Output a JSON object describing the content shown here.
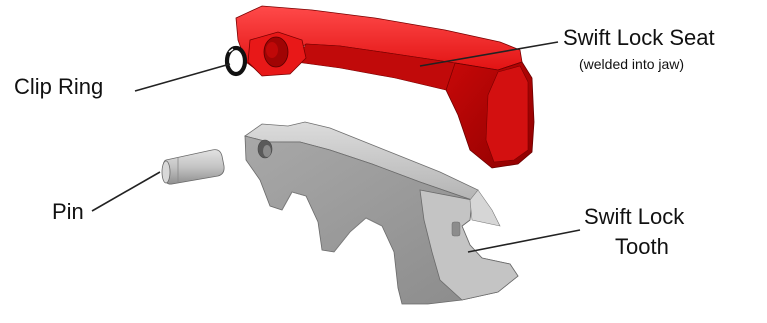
{
  "labels": {
    "clip_ring": "Clip Ring",
    "seat_title": "Swift Lock Seat",
    "seat_subtitle": "(welded into jaw)",
    "pin": "Pin",
    "tooth_line1": "Swift Lock",
    "tooth_line2": "Tooth"
  },
  "colors": {
    "seat": "#e41414",
    "tooth": "#b8b8b8",
    "leader": "#222222",
    "text": "#111111"
  }
}
